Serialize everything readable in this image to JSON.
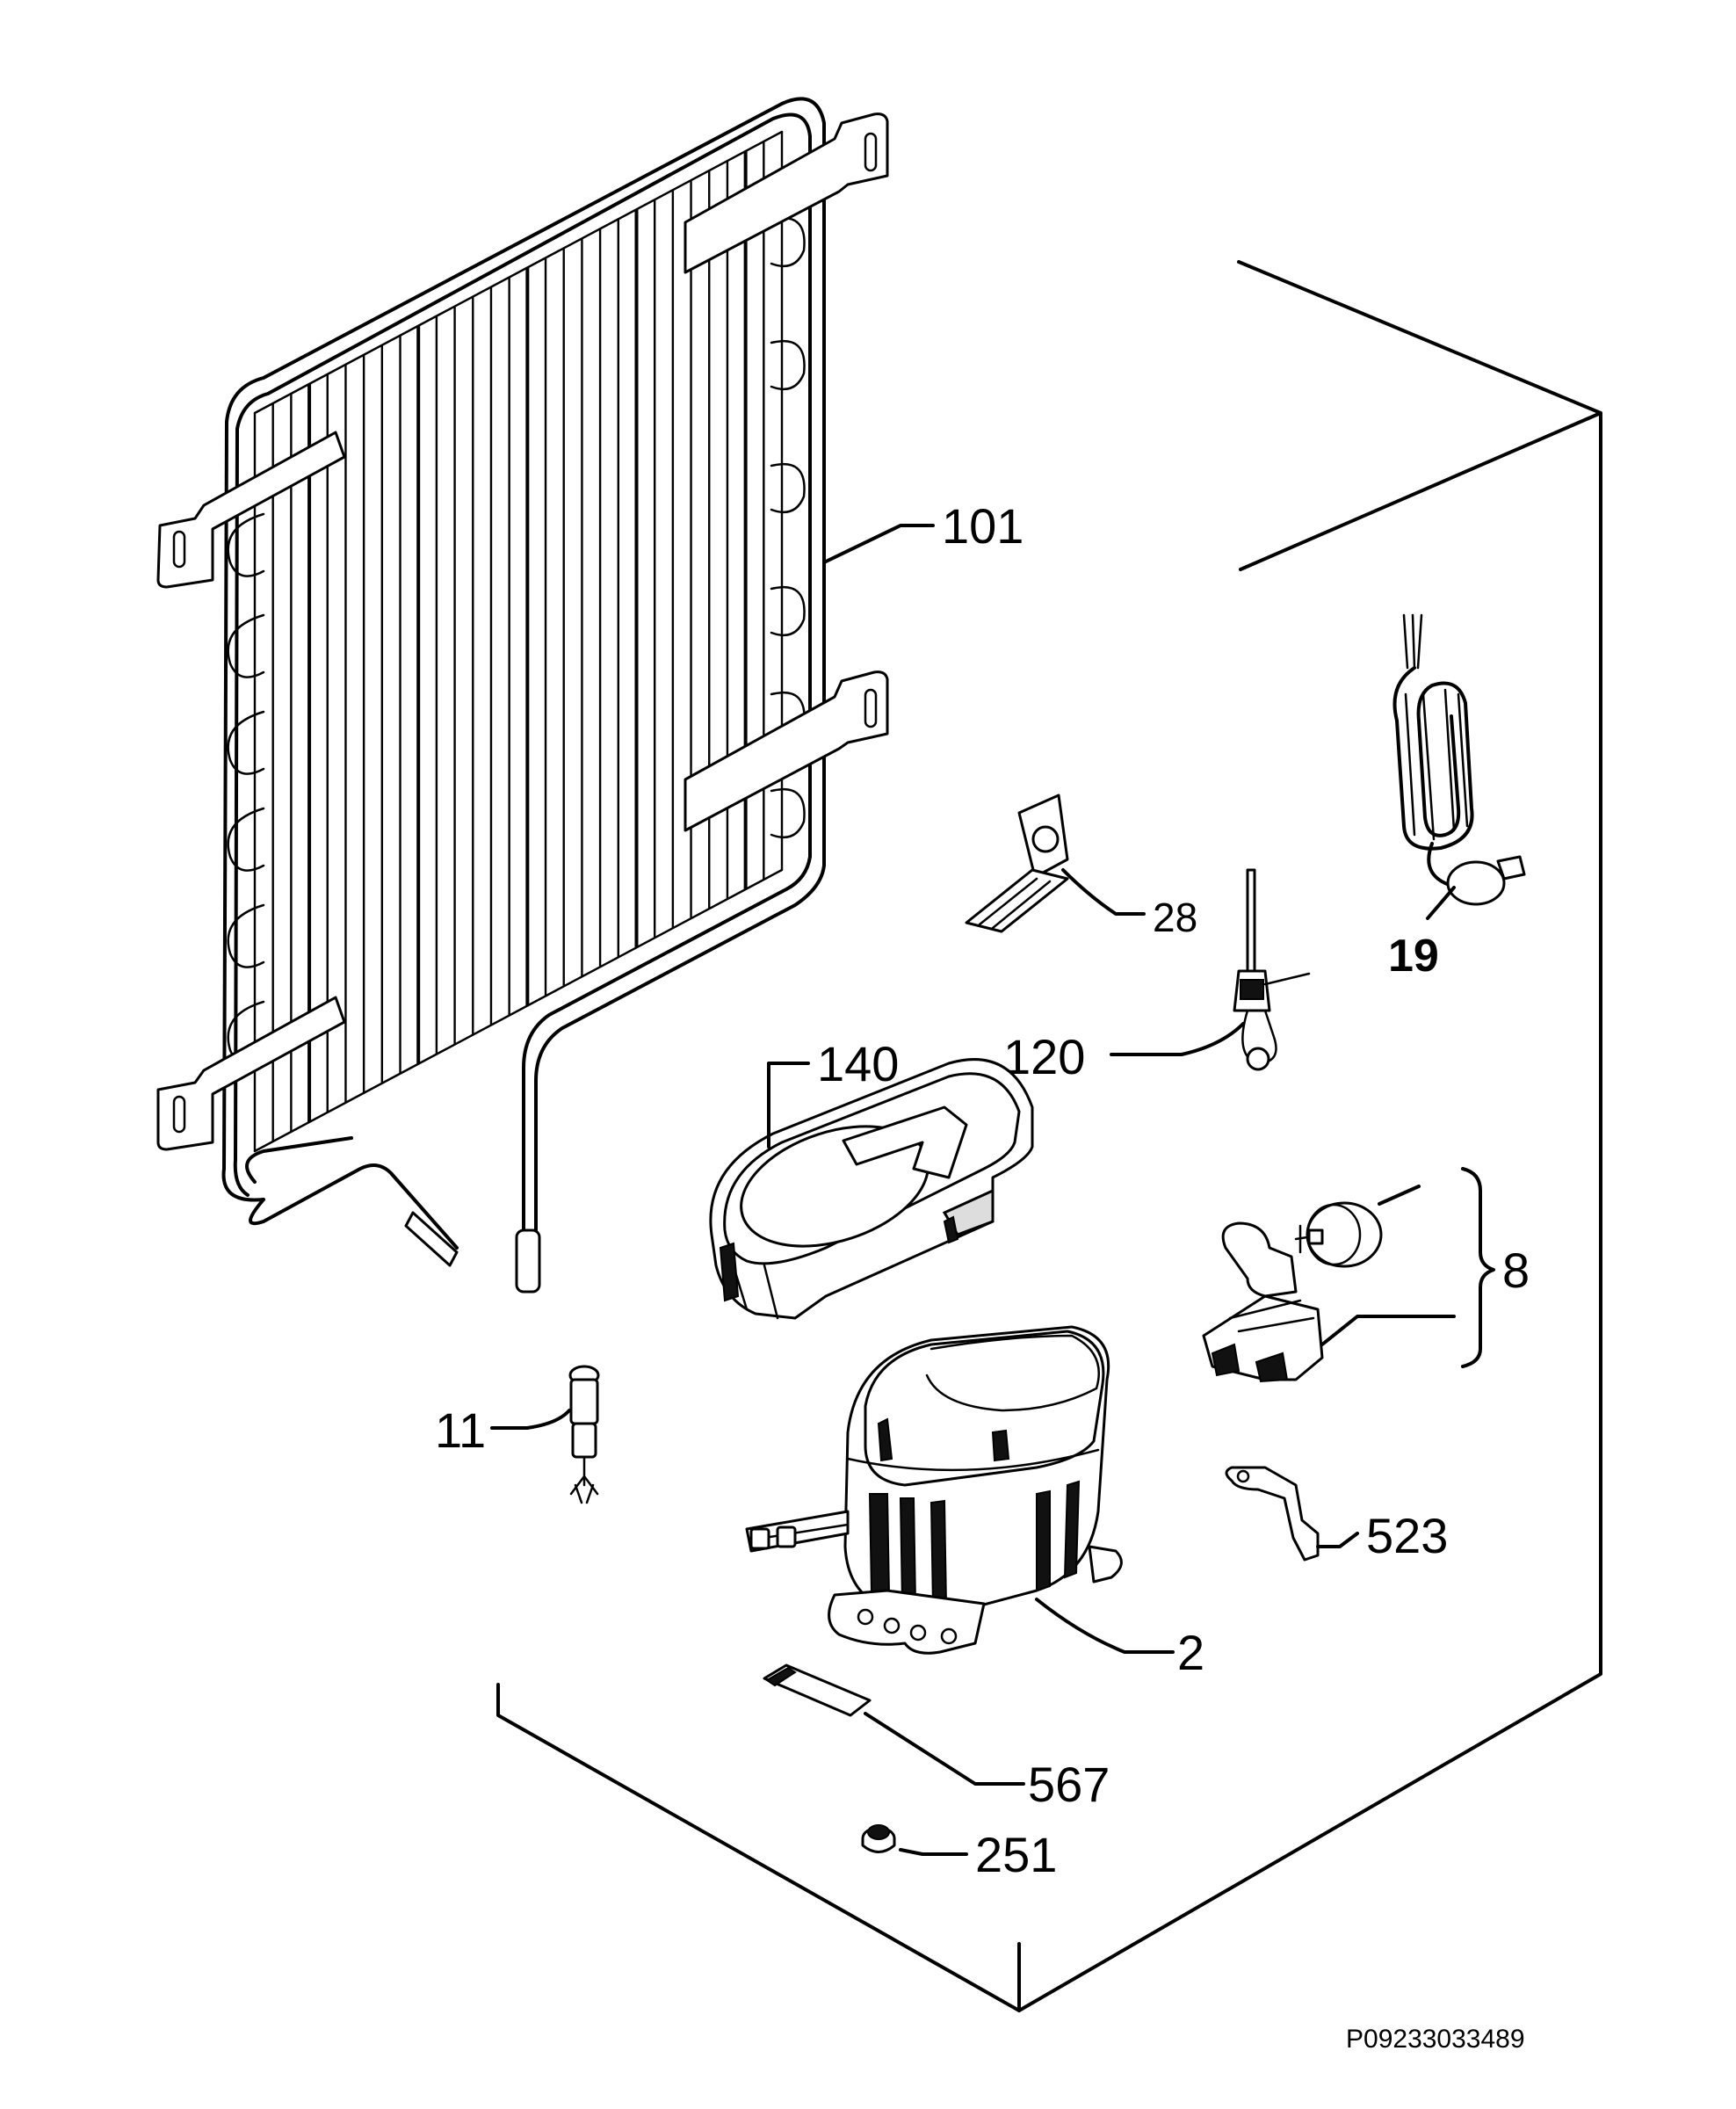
{
  "labels": {
    "p101": "101",
    "p28": "28",
    "p19": "19",
    "p120": "120",
    "p140": "140",
    "p8": "8",
    "p11": "11",
    "p523": "523",
    "p2": "2",
    "p567": "567",
    "p251": "251"
  },
  "drawing_code": "P09233033489"
}
